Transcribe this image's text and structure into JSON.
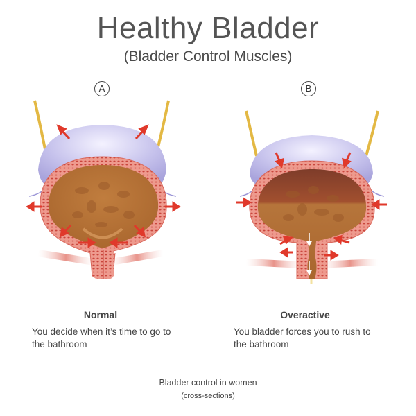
{
  "header": {
    "title": "Healthy Bladder",
    "subtitle": "(Bladder Control Muscles)"
  },
  "panels": [
    {
      "label": "A",
      "caption_title": "Normal",
      "caption_desc": "You decide when it’s time to go to the bathroom",
      "arrow_direction": "outward"
    },
    {
      "label": "B",
      "caption_title": "Overactive",
      "caption_desc": "You bladder forces you to rush to the bathroom",
      "arrow_direction": "inward"
    }
  ],
  "footer": {
    "line1": "Bladder control in women",
    "line2": "(cross-sections)"
  },
  "colors": {
    "muscle_wall": "#e9857a",
    "muscle_dots": "#c9453c",
    "lumen": "#b8743a",
    "lumen_dark": "#8a4a2c",
    "peritoneum": "#c9c6ea",
    "ureter": "#e8c04a",
    "arrow": "#e0392b",
    "text": "#4a4a4a"
  }
}
